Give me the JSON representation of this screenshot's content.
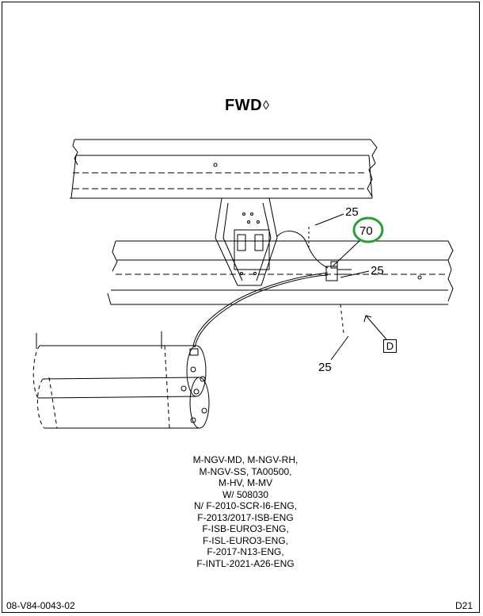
{
  "header": {
    "direction_label": "FWD",
    "direction_arrow": "◊"
  },
  "callouts": {
    "upper_25": "25",
    "highlighted_70": "70",
    "middle_25": "25",
    "lower_25": "25",
    "view_ref": "D"
  },
  "highlight_color": "#2a9d3a",
  "notes": [
    "M-NGV-MD, M-NGV-RH,",
    "M-NGV-SS, TA00500,",
    "M-HV, M-MV",
    "W/ 508030",
    "N/ F-2010-SCR-I6-ENG,",
    "F-2013/2017-ISB-ENG",
    "F-ISB-EURO3-ENG,",
    "F-ISL-EURO3-ENG,",
    "F-2017-N13-ENG,",
    "F-INTL-2021-A26-ENG"
  ],
  "footer": {
    "document_number": "08-V84-0043-02",
    "sheet": "D21"
  }
}
